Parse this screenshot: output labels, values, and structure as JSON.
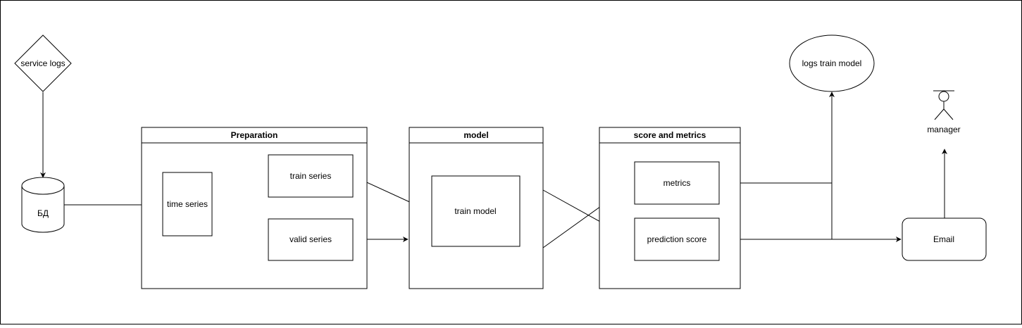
{
  "nodes": {
    "service_logs": "service logs",
    "db": "БД",
    "time_series": "time series",
    "train_series": "train series",
    "valid_series": "valid series",
    "train_model": "train model",
    "metrics": "metrics",
    "prediction_score": "prediction score",
    "logs_train_model": "logs train model",
    "email": "Email",
    "manager": "manager"
  },
  "groups": {
    "preparation": "Preparation",
    "model": "model",
    "score_metrics": "score and metrics"
  },
  "colors": {
    "stroke": "#000000",
    "fill": "#ffffff"
  }
}
